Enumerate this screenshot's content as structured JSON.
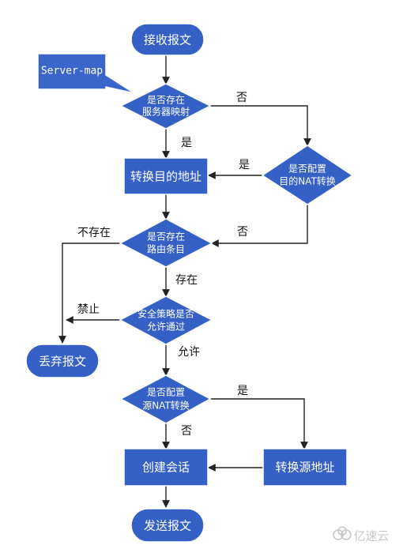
{
  "colors": {
    "node_fill": "#3561c6",
    "node_fill_dark": "#2b4fa8",
    "callout_fill": "#3a66cc",
    "edge": "#222222",
    "text_on_node": "#ffffff",
    "watermark": "#cccccc"
  },
  "nodes": {
    "receive": "接收报文",
    "server_map_callout": "Server-map",
    "has_server_map_line1": "是否存在",
    "has_server_map_line2": "服务器映射",
    "translate_dst": "转换目的地址",
    "dst_nat_line1": "是否配置",
    "dst_nat_line2": "目的NAT转换",
    "has_route_line1": "是否存在",
    "has_route_line2": "路由条目",
    "policy_line1": "安全策略是否",
    "policy_line2": "允许通过",
    "drop": "丢弃报文",
    "src_nat_line1": "是否配置",
    "src_nat_line2": "源NAT转换",
    "create_session": "创建会话",
    "translate_src": "转换源地址",
    "send": "发送报文"
  },
  "edge_labels": {
    "server_map_no": "否",
    "server_map_yes": "是",
    "dst_nat_yes": "是",
    "dst_nat_no": "否",
    "route_not_exist": "不存在",
    "route_exist": "存在",
    "policy_deny": "禁止",
    "policy_allow": "允许",
    "src_nat_yes": "是",
    "src_nat_no": "否"
  },
  "watermark": {
    "text": "亿速云",
    "icon": "cloud-logo-icon"
  }
}
